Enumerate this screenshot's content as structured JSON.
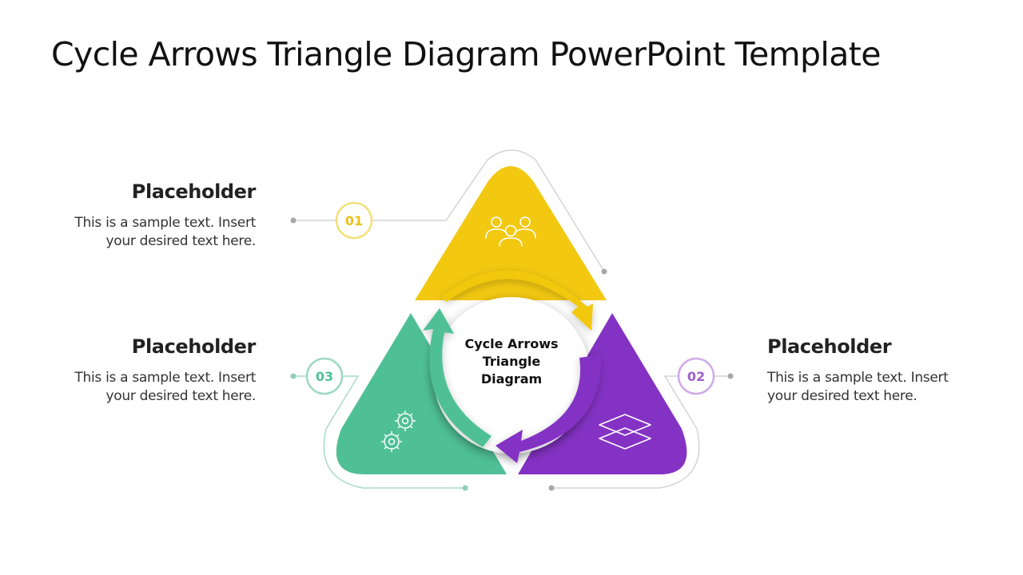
{
  "title": "Cycle Arrows Triangle Diagram PowerPoint Template",
  "center_label": [
    "Cycle Arrows",
    "Triangle",
    "Diagram"
  ],
  "segments": [
    {
      "number": "01",
      "heading": "Placeholder",
      "body": [
        "This is a sample text.  Insert",
        "your desired text here."
      ],
      "color": "#F2C811",
      "icon": "people-group-icon"
    },
    {
      "number": "02",
      "heading": "Placeholder",
      "body": [
        "This is a sample text.  Insert",
        "your desired text here."
      ],
      "color": "#8432C4",
      "icon": "layers-icon"
    },
    {
      "number": "03",
      "heading": "Placeholder",
      "body": [
        "This is a sample text.  Insert",
        "your desired text here."
      ],
      "color": "#4FC096",
      "icon": "gears-icon"
    }
  ]
}
